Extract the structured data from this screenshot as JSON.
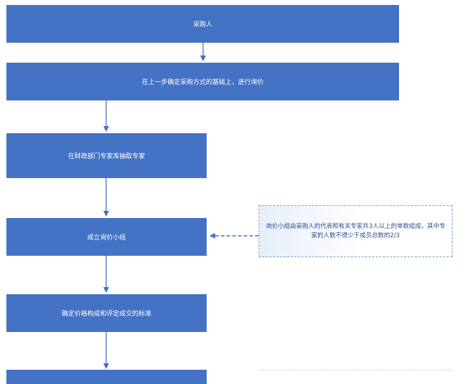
{
  "steps": [
    {
      "label": "采购人"
    },
    {
      "label": "在上一步确定采购方式的基础上，进行询价"
    },
    {
      "label": "在财政部门专家库抽取专家"
    },
    {
      "label": "成立询价小组"
    },
    {
      "label": "确定价格构成和评定成交的标准"
    }
  ],
  "note": {
    "text": "询价小组由采购人的代表和有关专家共3人以上的单数组成，其中专家的人数不得少于成员总数的2/3"
  },
  "colors": {
    "box_fill": "#4472C4",
    "arrow": "#4472C4",
    "note_border": "#7f9fcf",
    "text_on_box": "#ffffff"
  }
}
